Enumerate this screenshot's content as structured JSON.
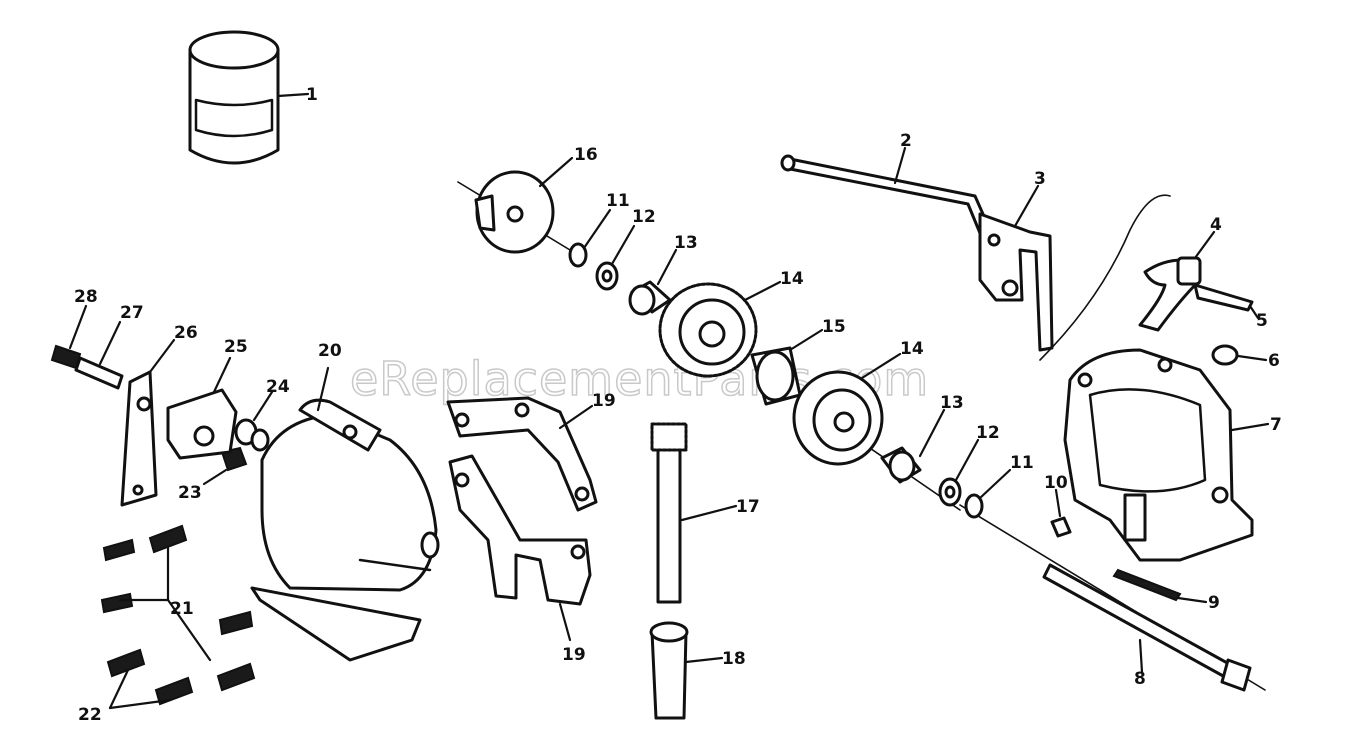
{
  "watermark": "eReplacementParts.com",
  "callouts": {
    "c1": "1",
    "c2": "2",
    "c3": "3",
    "c4": "4",
    "c5": "5",
    "c6": "6",
    "c7": "7",
    "c8": "8",
    "c9": "9",
    "c10": "10",
    "c11a": "11",
    "c11b": "11",
    "c12a": "12",
    "c12b": "12",
    "c13a": "13",
    "c13b": "13",
    "c14a": "14",
    "c14b": "14",
    "c15": "15",
    "c16": "16",
    "c17": "17",
    "c18": "18",
    "c19a": "19",
    "c19b": "19",
    "c20": "20",
    "c21": "21",
    "c22": "22",
    "c23": "23",
    "c24": "24",
    "c25": "25",
    "c26": "26",
    "c27": "27",
    "c28": "28"
  }
}
